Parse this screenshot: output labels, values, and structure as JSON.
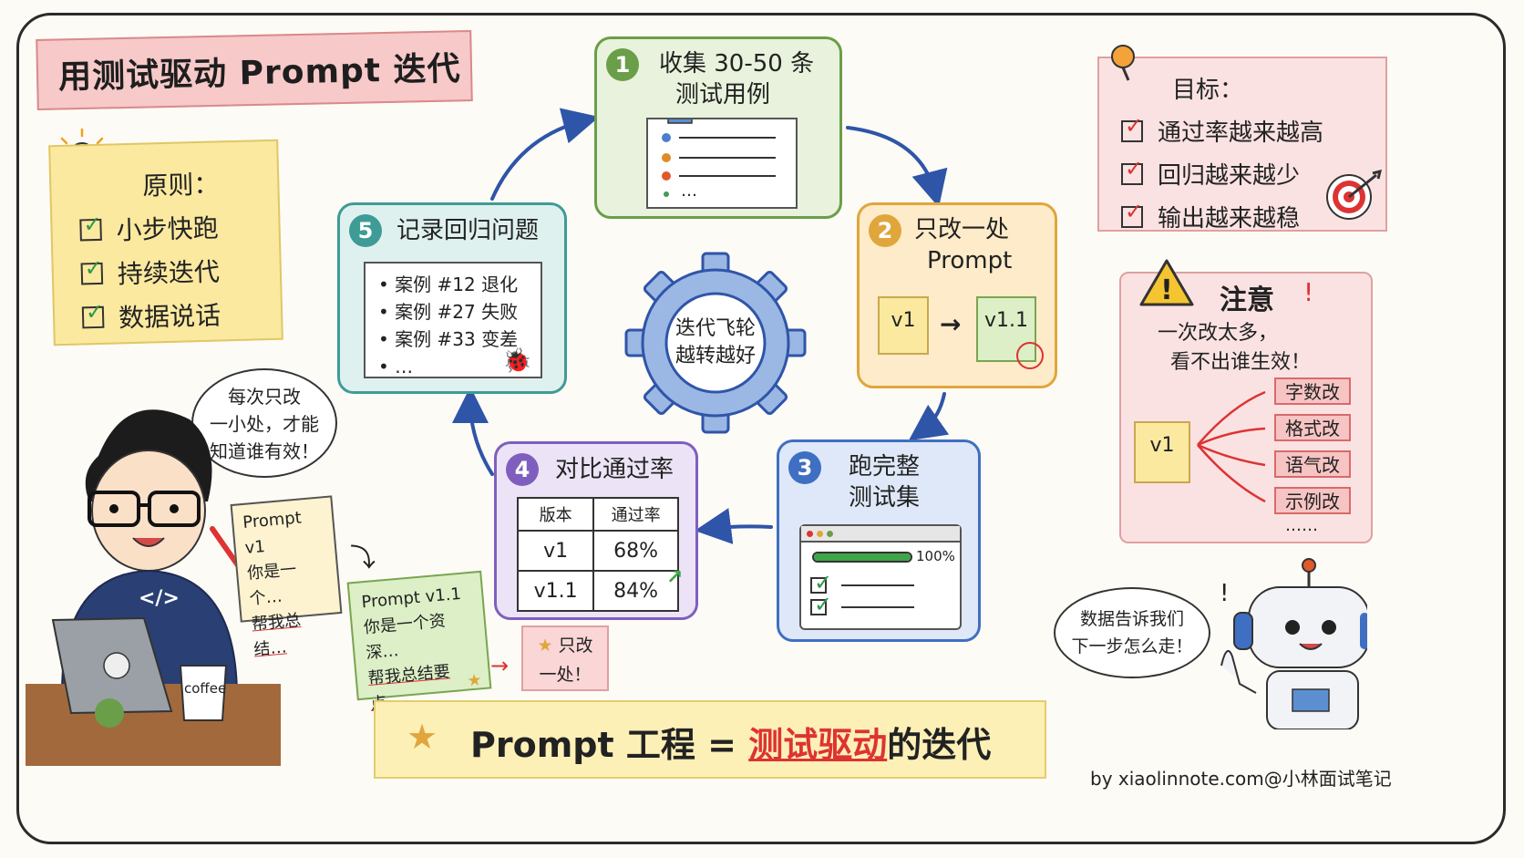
{
  "title": "用测试驱动 Prompt 迭代",
  "principles": {
    "header": "原则：",
    "items": [
      "小步快跑",
      "持续迭代",
      "数据说话"
    ]
  },
  "goals": {
    "header": "目标：",
    "items": [
      "通过率越来越高",
      "回归越来越少",
      "输出越来越稳"
    ]
  },
  "steps": {
    "s1": {
      "num": "1",
      "title_line1": "收集 30-50 条",
      "title_line2": "测试用例",
      "list_more": "…"
    },
    "s2": {
      "num": "2",
      "title_line1": "只改一处",
      "title_line2": "Prompt",
      "v_old": "v1",
      "v_new": "v1.1"
    },
    "s3": {
      "num": "3",
      "title_line1": "跑完整",
      "title_line2": "测试集",
      "progress_label": "100%",
      "progress": 1.0
    },
    "s4": {
      "num": "4",
      "title": "对比通过率",
      "table": {
        "headers": [
          "版本",
          "通过率"
        ],
        "rows": [
          [
            "v1",
            "68%"
          ],
          [
            "v1.1",
            "84%"
          ]
        ]
      }
    },
    "s5": {
      "num": "5",
      "title": "记录回归问题",
      "items": [
        "案例 #12 退化",
        "案例 #27 失败",
        "案例 #33 变差",
        "…"
      ]
    }
  },
  "gear": {
    "line1": "迭代飞轮",
    "line2": "越转越好"
  },
  "speech_person": {
    "line1": "每次只改",
    "line2": "一小处，才能",
    "line3": "知道谁有效！"
  },
  "paper_v1": {
    "title": "Prompt v1",
    "line1": "你是一个…",
    "line2": "帮我总结…"
  },
  "paper_v11": {
    "title": "Prompt v1.1",
    "line1": "你是一个资深…",
    "line2": "帮我总结要点…"
  },
  "small_note": {
    "line1": "只改",
    "line2": "一处！"
  },
  "laptop_mug": "coffee",
  "hoodie_code": "</>",
  "warning": {
    "title": "注意",
    "exclaim": "!",
    "line1": "一次改太多，",
    "line2": "看不出谁生效！",
    "version": "v1",
    "tags": [
      "字数改",
      "格式改",
      "语气改",
      "示例改"
    ],
    "more": "……"
  },
  "robot_bubble": {
    "line1": "数据告诉我们",
    "line2": "下一步怎么走！",
    "exclaim": "!"
  },
  "footer": {
    "left": "Prompt 工程 =",
    "highlight": "测试驱动",
    "right": "的迭代"
  },
  "credit": "by xiaolinnote.com@小林面试笔记",
  "colors": {
    "green": "#6a9e48",
    "orange": "#e0a63c",
    "blue": "#3f6fc2",
    "purple": "#7f5fbe",
    "teal": "#3f9b96",
    "red": "#d33",
    "navy": "#2f55a8"
  }
}
